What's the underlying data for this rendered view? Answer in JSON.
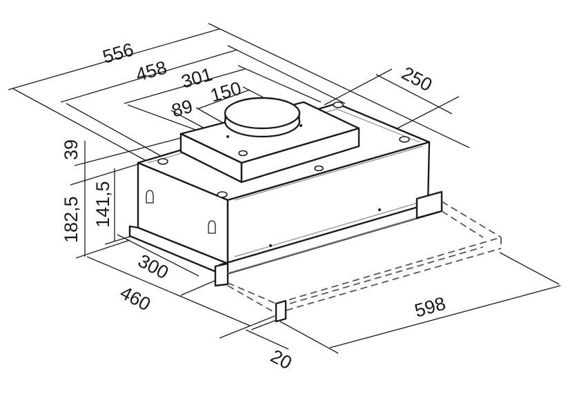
{
  "dimensions": {
    "d556": "556",
    "d458": "458",
    "d301": "301",
    "d150": "150",
    "d89": "89",
    "d250": "250",
    "d39": "39",
    "d1415": "141,5",
    "d1825": "182,5",
    "d300": "300",
    "d460": "460",
    "d598": "598",
    "d20": "20"
  }
}
